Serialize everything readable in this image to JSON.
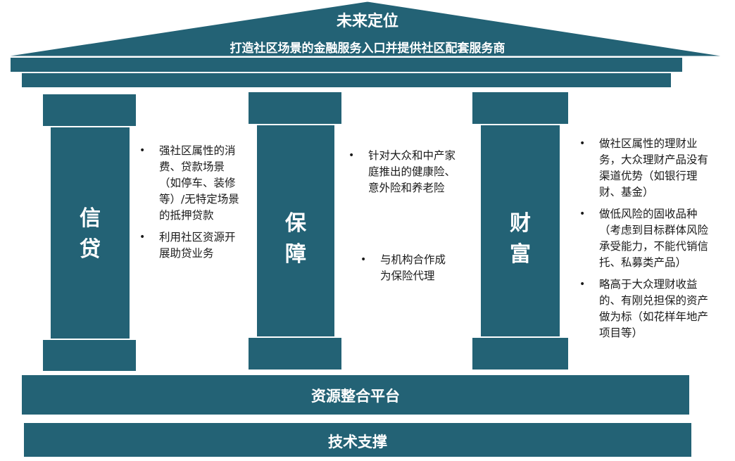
{
  "roof": {
    "title": "未来定位",
    "subtitle": "打造社区场景的金融服务入口并提供社区配套服务商"
  },
  "pillars": [
    {
      "name_line1": "信",
      "name_line2": "贷",
      "bullets": [
        "强社区属性的消费、贷款场景（如停车、装修等）/无特定场景的抵押贷款",
        "利用社区资源开展助贷业务"
      ]
    },
    {
      "name_line1": "保",
      "name_line2": "障",
      "bullets": [
        "针对大众和中产家庭推出的健康险、意外险和养老险",
        "与机构合作成为保险代理"
      ]
    },
    {
      "name_line1": "财",
      "name_line2": "富",
      "bullets": [
        "做社区属性的理财业务，大众理财产品没有渠道优势（如银行理财、基金）",
        "做低风险的固收品种（考虑到目标群体风险承受能力，不能代销信托、私募类产品）",
        "略高于大众理财收益的、有刚兑担保的资产做为标（如花样年地产项目等）"
      ]
    }
  ],
  "base": {
    "upper_label": "资源整合平台",
    "lower_label": "技术支撑"
  },
  "colors": {
    "primary": "#236275",
    "text": "#1a1a1a",
    "background": "#ffffff"
  },
  "bullet_glyph": "•"
}
